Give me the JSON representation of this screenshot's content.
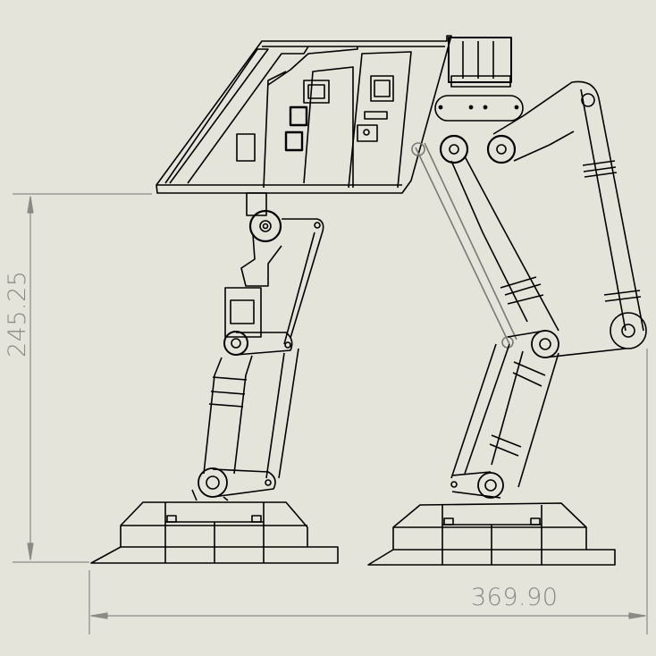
{
  "view": {
    "type": "cad-side-view",
    "subject": "bipedal robot legs with electronics tray",
    "background_color": "#e4e4da",
    "line_color": "#000000",
    "dimension_color": "#8a8a86"
  },
  "dimensions": {
    "height": {
      "value": "245.25",
      "orientation": "vertical"
    },
    "width": {
      "value": "369.90",
      "orientation": "horizontal"
    }
  },
  "components": {
    "body": "electronics-tray",
    "left_leg": [
      "hip-servo",
      "thigh",
      "knee-servo",
      "shin",
      "ankle-joint",
      "foot"
    ],
    "right_leg": [
      "motor-block",
      "hip-servos",
      "thigh",
      "linkage-rod",
      "knee-joint",
      "shin",
      "ankle-joint",
      "foot"
    ]
  }
}
